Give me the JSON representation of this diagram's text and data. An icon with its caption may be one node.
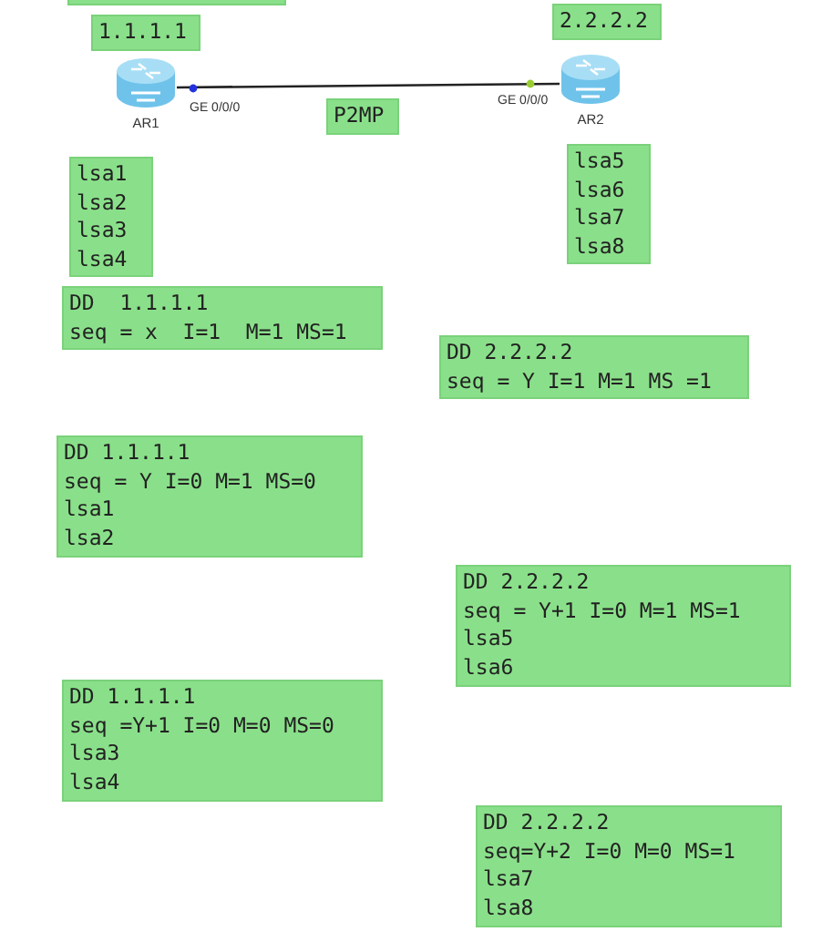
{
  "diagram": {
    "nodes": [
      {
        "text": [],
        "shape": "box"
      },
      {
        "text": [
          "1.1.1.1"
        ]
      },
      {
        "text": [
          "2.2.2.2"
        ]
      },
      {
        "text": [
          "AR1"
        ]
      },
      {
        "text": [
          "AR2"
        ]
      },
      {
        "text": [
          "P2MP"
        ]
      },
      {
        "text": [
          "lsa1",
          "lsa2",
          "lsa3",
          "lsa4"
        ]
      },
      {
        "text": [
          "lsa5",
          "lsa6",
          "lsa7",
          "lsa8"
        ]
      },
      {
        "text": [
          "DD  1.1.1.1",
          "seq = x  I=1  M=1 MS=1"
        ]
      },
      {
        "text": [
          "DD 2.2.2.2",
          "seq = Y I=1 M=1 MS =1"
        ]
      },
      {
        "text": [
          "DD 1.1.1.1",
          "seq = Y I=0 M=1 MS=0",
          "lsa1",
          "lsa2"
        ]
      },
      {
        "text": [
          "DD 2.2.2.2",
          "seq = Y+1 I=0 M=1 MS=1",
          "lsa5",
          "lsa6"
        ]
      },
      {
        "text": [
          "DD 1.1.1.1",
          "seq =Y+1 I=0 M=0 MS=0",
          "lsa3",
          "lsa4"
        ]
      },
      {
        "text": [
          "DD 2.2.2.2",
          "seq=Y+2 I=0 M=0 MS=1",
          "lsa7",
          "lsa8"
        ]
      }
    ],
    "edges": [
      {
        "from": 3,
        "to": 4,
        "arrow": "none"
      }
    ],
    "labels": [
      "GE 0/0/0",
      "GE 0/0/0"
    ]
  }
}
